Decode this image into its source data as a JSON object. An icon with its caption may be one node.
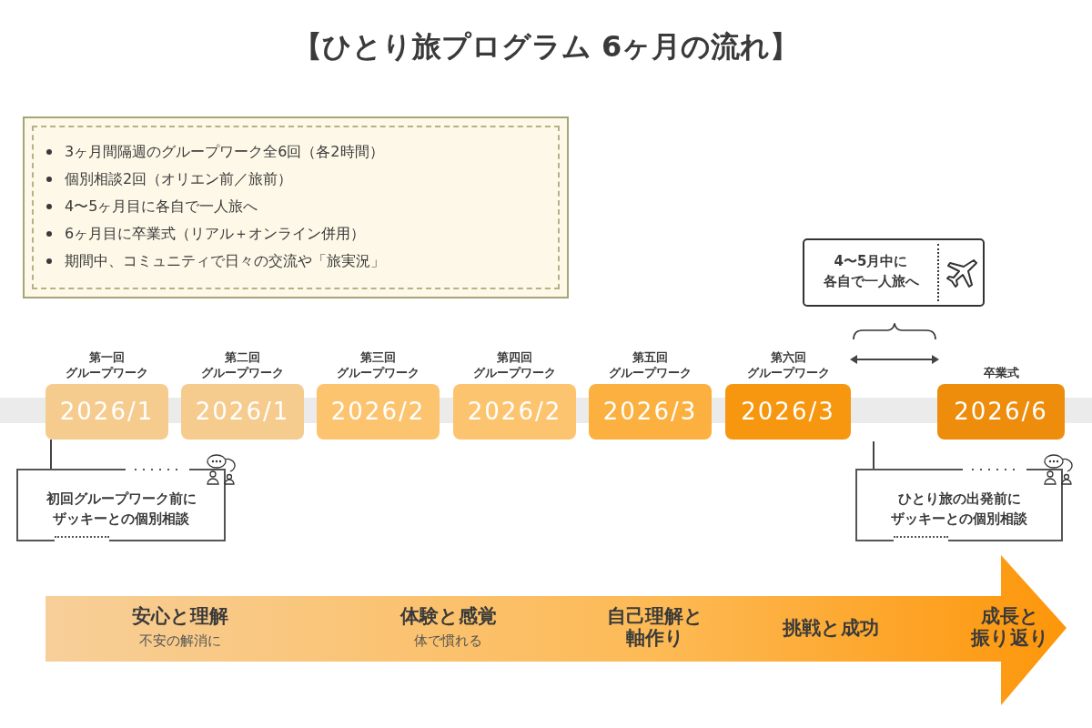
{
  "diagram": {
    "title": "【ひとり旅プログラム 6ヶ月の流れ】",
    "nodes": [
      {
        "text": [
          "3ヶ月間隔週のグループワーク全6回（各2時間）",
          "個別相談2回（オリエン前／旅前）",
          "4〜5ヶ月目に各自で一人旅へ",
          "6ヶ月目に卒業式（リアル＋オンライン併用）",
          "期間中、コミュニティで日々の交流や「旅実況」"
        ]
      },
      {
        "text": [
          "第一回グループワーク",
          "2026/1"
        ]
      },
      {
        "text": [
          "第二回グループワーク",
          "2026/1"
        ]
      },
      {
        "text": [
          "第三回グループワーク",
          "2026/2"
        ]
      },
      {
        "text": [
          "第四回グループワーク",
          "2026/2"
        ]
      },
      {
        "text": [
          "第五回グループワーク",
          "2026/3"
        ]
      },
      {
        "text": [
          "第六回グループワーク",
          "2026/3"
        ]
      },
      {
        "text": [
          "卒業式",
          "2026/6"
        ]
      },
      {
        "text": [
          "4〜5月中に各自で一人旅へ"
        ]
      },
      {
        "text": [
          "初回グループワーク前にザッキーとの個別相談"
        ]
      },
      {
        "text": [
          "ひとり旅の出発前にザッキーとの個別相談"
        ]
      },
      {
        "text": [
          "安心と理解",
          "不安の解消に",
          "体験と感覚",
          "体で慣れる",
          "自己理解と軸作り",
          "挑戦と成功",
          "成長と振り返り"
        ]
      }
    ],
    "edges": [
      {
        "from": 9,
        "to": 1,
        "arrow": "none"
      },
      {
        "from": 10,
        "to": null,
        "arrow": "none"
      }
    ]
  }
}
